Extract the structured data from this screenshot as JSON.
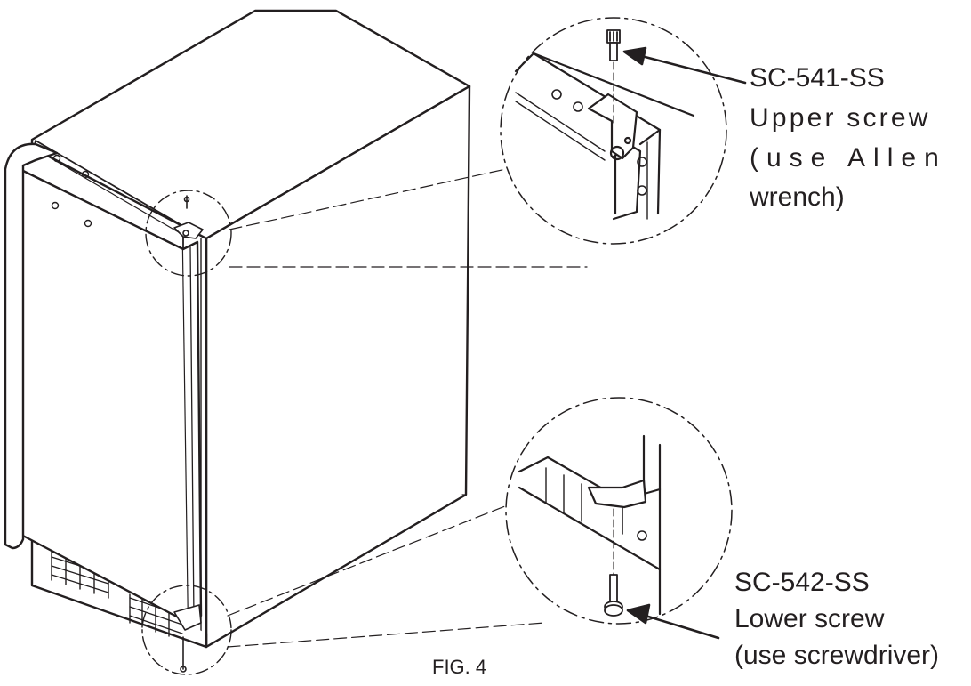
{
  "figure_label": "FIG. 4",
  "callouts": {
    "upper": {
      "part_number": "SC-541-SS",
      "line1": "Upper screw",
      "line2": "(use Allen",
      "line3": "wrench)"
    },
    "lower": {
      "part_number": "SC-542-SS",
      "line1": "Lower screw",
      "line2": "(use screwdriver)"
    }
  }
}
